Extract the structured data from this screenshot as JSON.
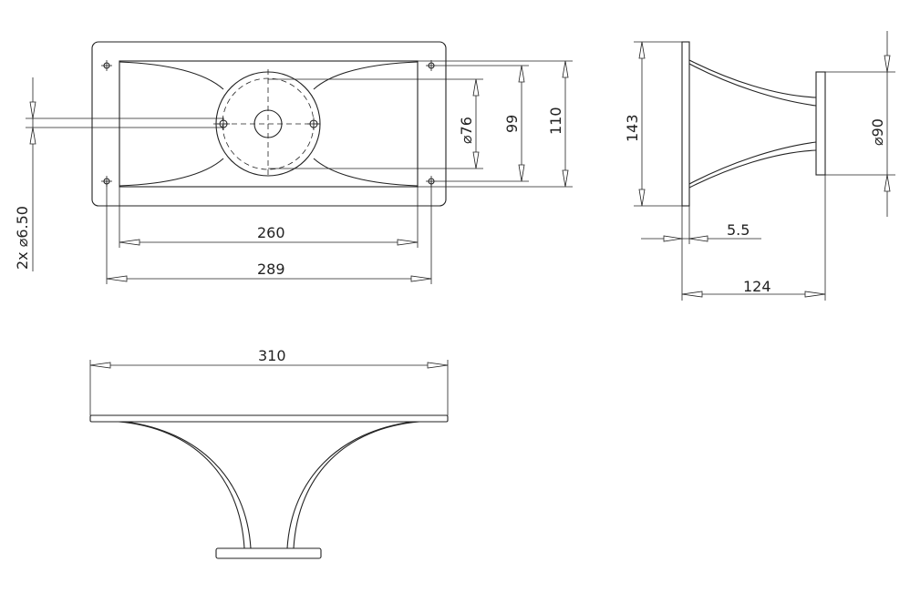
{
  "dimensions": {
    "flange_height": "110",
    "bolt_spacing_vertical": "99",
    "throat_diameter": "⌀76",
    "hole_spec": "2x ⌀6.50",
    "bolt_spacing_horizontal": "260",
    "flange_hole_span": "289",
    "side_height": "143",
    "mouth_diameter": "⌀90",
    "flange_thickness": "5.5",
    "horn_depth": "124",
    "overall_width": "310"
  }
}
